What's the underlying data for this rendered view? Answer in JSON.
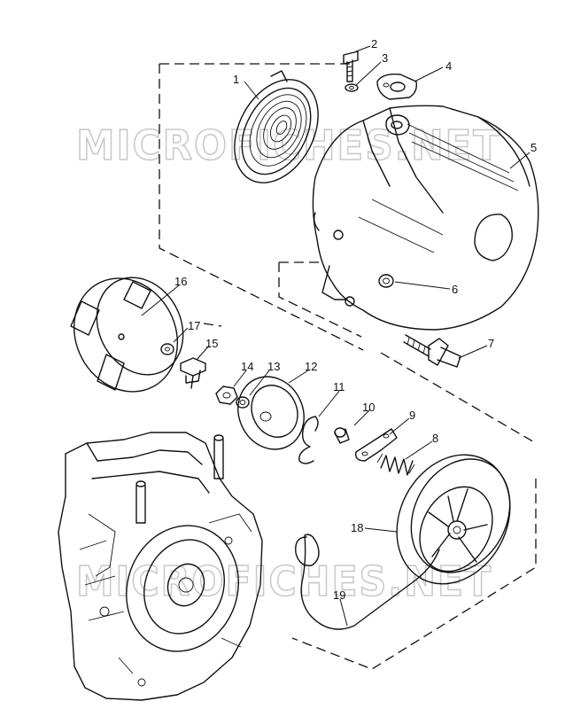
{
  "diagram": {
    "watermark": "MICROFICHES.NET",
    "callouts": [
      "1",
      "2",
      "3",
      "4",
      "5",
      "6",
      "7",
      "8",
      "9",
      "10",
      "11",
      "12",
      "13",
      "14",
      "15",
      "16",
      "17",
      "18",
      "19"
    ]
  }
}
